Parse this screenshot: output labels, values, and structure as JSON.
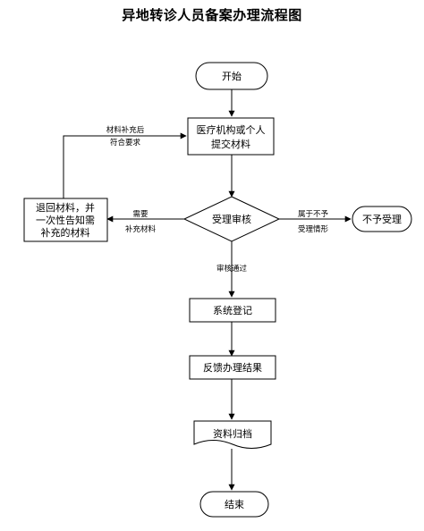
{
  "title": "异地转诊人员备案办理流程图",
  "nodes": {
    "start": "开始",
    "submit_line1": "医疗机构或个人",
    "submit_line2": "提交材料",
    "review": "受理审核",
    "return_line1": "退回材料，并",
    "return_line2": "一次性告知需",
    "return_line3": "补充的材料",
    "reject": "不予受理",
    "register": "系统登记",
    "feedback": "反馈办理结果",
    "archive": "资料归档",
    "end": "结束"
  },
  "edges": {
    "resubmit_line1": "材料补充后",
    "resubmit_line2": "符合要求",
    "need_line1": "需要",
    "need_line2": "补充材料",
    "reject_line1": "属于不予",
    "reject_line2": "受理情形",
    "approved": "审核通过"
  }
}
